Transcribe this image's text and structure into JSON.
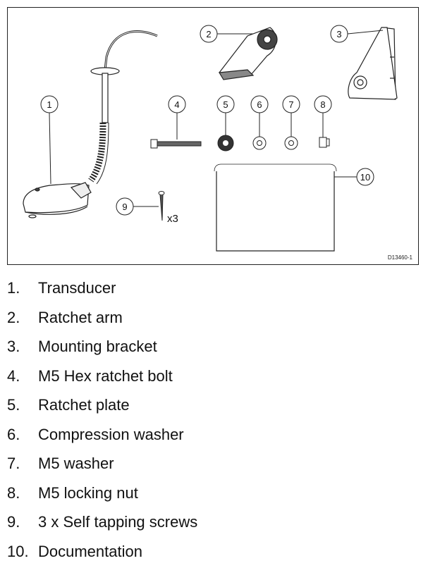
{
  "figure": {
    "figure_id": "D13460-1",
    "quantity_label": "x3",
    "callouts": [
      "1",
      "2",
      "3",
      "4",
      "5",
      "6",
      "7",
      "8",
      "9",
      "10"
    ]
  },
  "parts": [
    {
      "num": "1.",
      "label": "Transducer"
    },
    {
      "num": "2.",
      "label": "Ratchet arm"
    },
    {
      "num": "3.",
      "label": "Mounting bracket"
    },
    {
      "num": "4.",
      "label": "M5 Hex ratchet bolt"
    },
    {
      "num": "5.",
      "label": "Ratchet plate"
    },
    {
      "num": "6.",
      "label": "Compression washer"
    },
    {
      "num": "7.",
      "label": "M5 washer"
    },
    {
      "num": "8.",
      "label": "M5 locking nut"
    },
    {
      "num": "9.",
      "label": "3 x Self tapping screws"
    },
    {
      "num": "10.",
      "label": "Documentation"
    }
  ]
}
